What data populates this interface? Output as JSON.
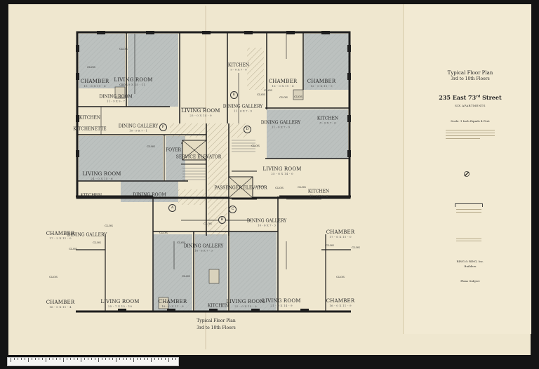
{
  "plan": {
    "rooms": [
      {
        "id": "r1",
        "name": "CHAMBER",
        "dims": "15 - 6 X 11 - 6",
        "big": true
      },
      {
        "id": "r2",
        "name": "LIVING ROOM",
        "dims": "21 - 9 X 15 - 11",
        "big": true
      },
      {
        "id": "r3",
        "name": "DINING ROOM",
        "dims": "11 - 9 X 9 - 7",
        "big": false
      },
      {
        "id": "r4",
        "name": "KITCHEN",
        "dims": "",
        "big": false
      },
      {
        "id": "r5",
        "name": "KITCHENETTE",
        "dims": "",
        "big": false
      },
      {
        "id": "r6",
        "name": "DINING GALLERY",
        "dims": "10 - 9 X 7 - 1",
        "big": false
      },
      {
        "id": "r7",
        "name": "LIVING ROOM",
        "dims": "25 - 0 X 14 - 9",
        "big": true
      },
      {
        "id": "r8",
        "name": "KITCHEN",
        "dims": "9 - 0 X 7 - 0",
        "big": false
      },
      {
        "id": "r9",
        "name": "DINING GALLERY",
        "dims": "11 - 6 X 7 - 9",
        "big": false
      },
      {
        "id": "r10",
        "name": "CHAMBER",
        "dims": "16 - 0 X 11 - 6",
        "big": true
      },
      {
        "id": "r11",
        "name": "CHAMBER",
        "dims": "12 - 0 X 15 - 9",
        "big": true
      },
      {
        "id": "r12",
        "name": "DINING GALLERY",
        "dims": "11 - 0 X 7 - 9",
        "big": false
      },
      {
        "id": "r13",
        "name": "KITCHEN",
        "dims": "8 - 0 X 7 - 6",
        "big": false
      },
      {
        "id": "r14",
        "name": "FOYER",
        "dims": "",
        "big": false
      },
      {
        "id": "r15",
        "name": "SERVICE ELEVATOR",
        "dims": "",
        "big": false
      },
      {
        "id": "r16",
        "name": "LIVING ROOM",
        "dims": "24 - 0 X 15 - 6",
        "big": true
      },
      {
        "id": "r17",
        "name": "LIVING ROOM",
        "dims": "25 - 8 X 14 - 0",
        "big": true
      },
      {
        "id": "r18",
        "name": "KITCHEN",
        "dims": "",
        "big": false
      },
      {
        "id": "r19",
        "name": "DINING ROOM",
        "dims": "",
        "big": false
      },
      {
        "id": "r20",
        "name": "PASSENGER ELEVATOR",
        "dims": "",
        "big": false
      },
      {
        "id": "r21",
        "name": "KITCHEN",
        "dims": "11 - 9 X 6 - 6",
        "big": false
      },
      {
        "id": "r22",
        "name": "CHAMBER",
        "dims": "17 - 2 X 11 - 0",
        "big": true
      },
      {
        "id": "r23",
        "name": "DINING GALLERY",
        "dims": "",
        "big": false
      },
      {
        "id": "r24",
        "name": "DINING GALLERY",
        "dims": "16 - 6 X 7 - 3",
        "big": false
      },
      {
        "id": "r25",
        "name": "CHAMBER",
        "dims": "17 - 6 X 15 - 0",
        "big": true
      },
      {
        "id": "r26",
        "name": "DINING GALLERY",
        "dims": "10 - 6 X 7 - 3",
        "big": false
      },
      {
        "id": "r27",
        "name": "CHAMBER",
        "dims": "16 - 0 X 11 - 4",
        "big": true
      },
      {
        "id": "r28",
        "name": "LIVING ROOM",
        "dims": "25 - 7 X 15 - 10",
        "big": true
      },
      {
        "id": "r29",
        "name": "CHAMBER",
        "dims": "18 - 0 X 11 - 0",
        "big": true
      },
      {
        "id": "r30",
        "name": "KITCHEN",
        "dims": "",
        "big": false
      },
      {
        "id": "r31",
        "name": "LIVING ROOM",
        "dims": "22 - 0 X 15 - 9",
        "big": true
      },
      {
        "id": "r32",
        "name": "LIVING ROOM",
        "dims": "21 - 9 X 14 - 9",
        "big": true
      },
      {
        "id": "r33",
        "name": "CHAMBER",
        "dims": "16 - 0 X 11 - 9",
        "big": true
      }
    ],
    "closet_label": "CLOS",
    "markers": [
      "A",
      "B",
      "C",
      "D",
      "E",
      "F"
    ],
    "bottom_title_line1": "Typical Floor Plan",
    "bottom_title_line2": "3rd to 10th Floors"
  },
  "side_panel": {
    "title_line1": "Typical Floor Plan",
    "title_line2": "3rd to 10th Floors",
    "address": "235 EAST 73RD STREET",
    "address_parts": {
      "number": "235 East 73",
      "sup": "rd",
      "street": " Street"
    },
    "subtitle": "SIX APARTMENTS",
    "scale_note": "Scale: 1 Inch Equals 4 Feet",
    "agent_line1": "RING & RING, Inc.",
    "agent_line2": "Builders",
    "footer_note": "Plans Subject"
  },
  "colors": {
    "paper": "#efe7cf",
    "wall": "#1e1e1e",
    "shaded_room": "#b9bfbd",
    "hatch": "#cdc5ae"
  }
}
